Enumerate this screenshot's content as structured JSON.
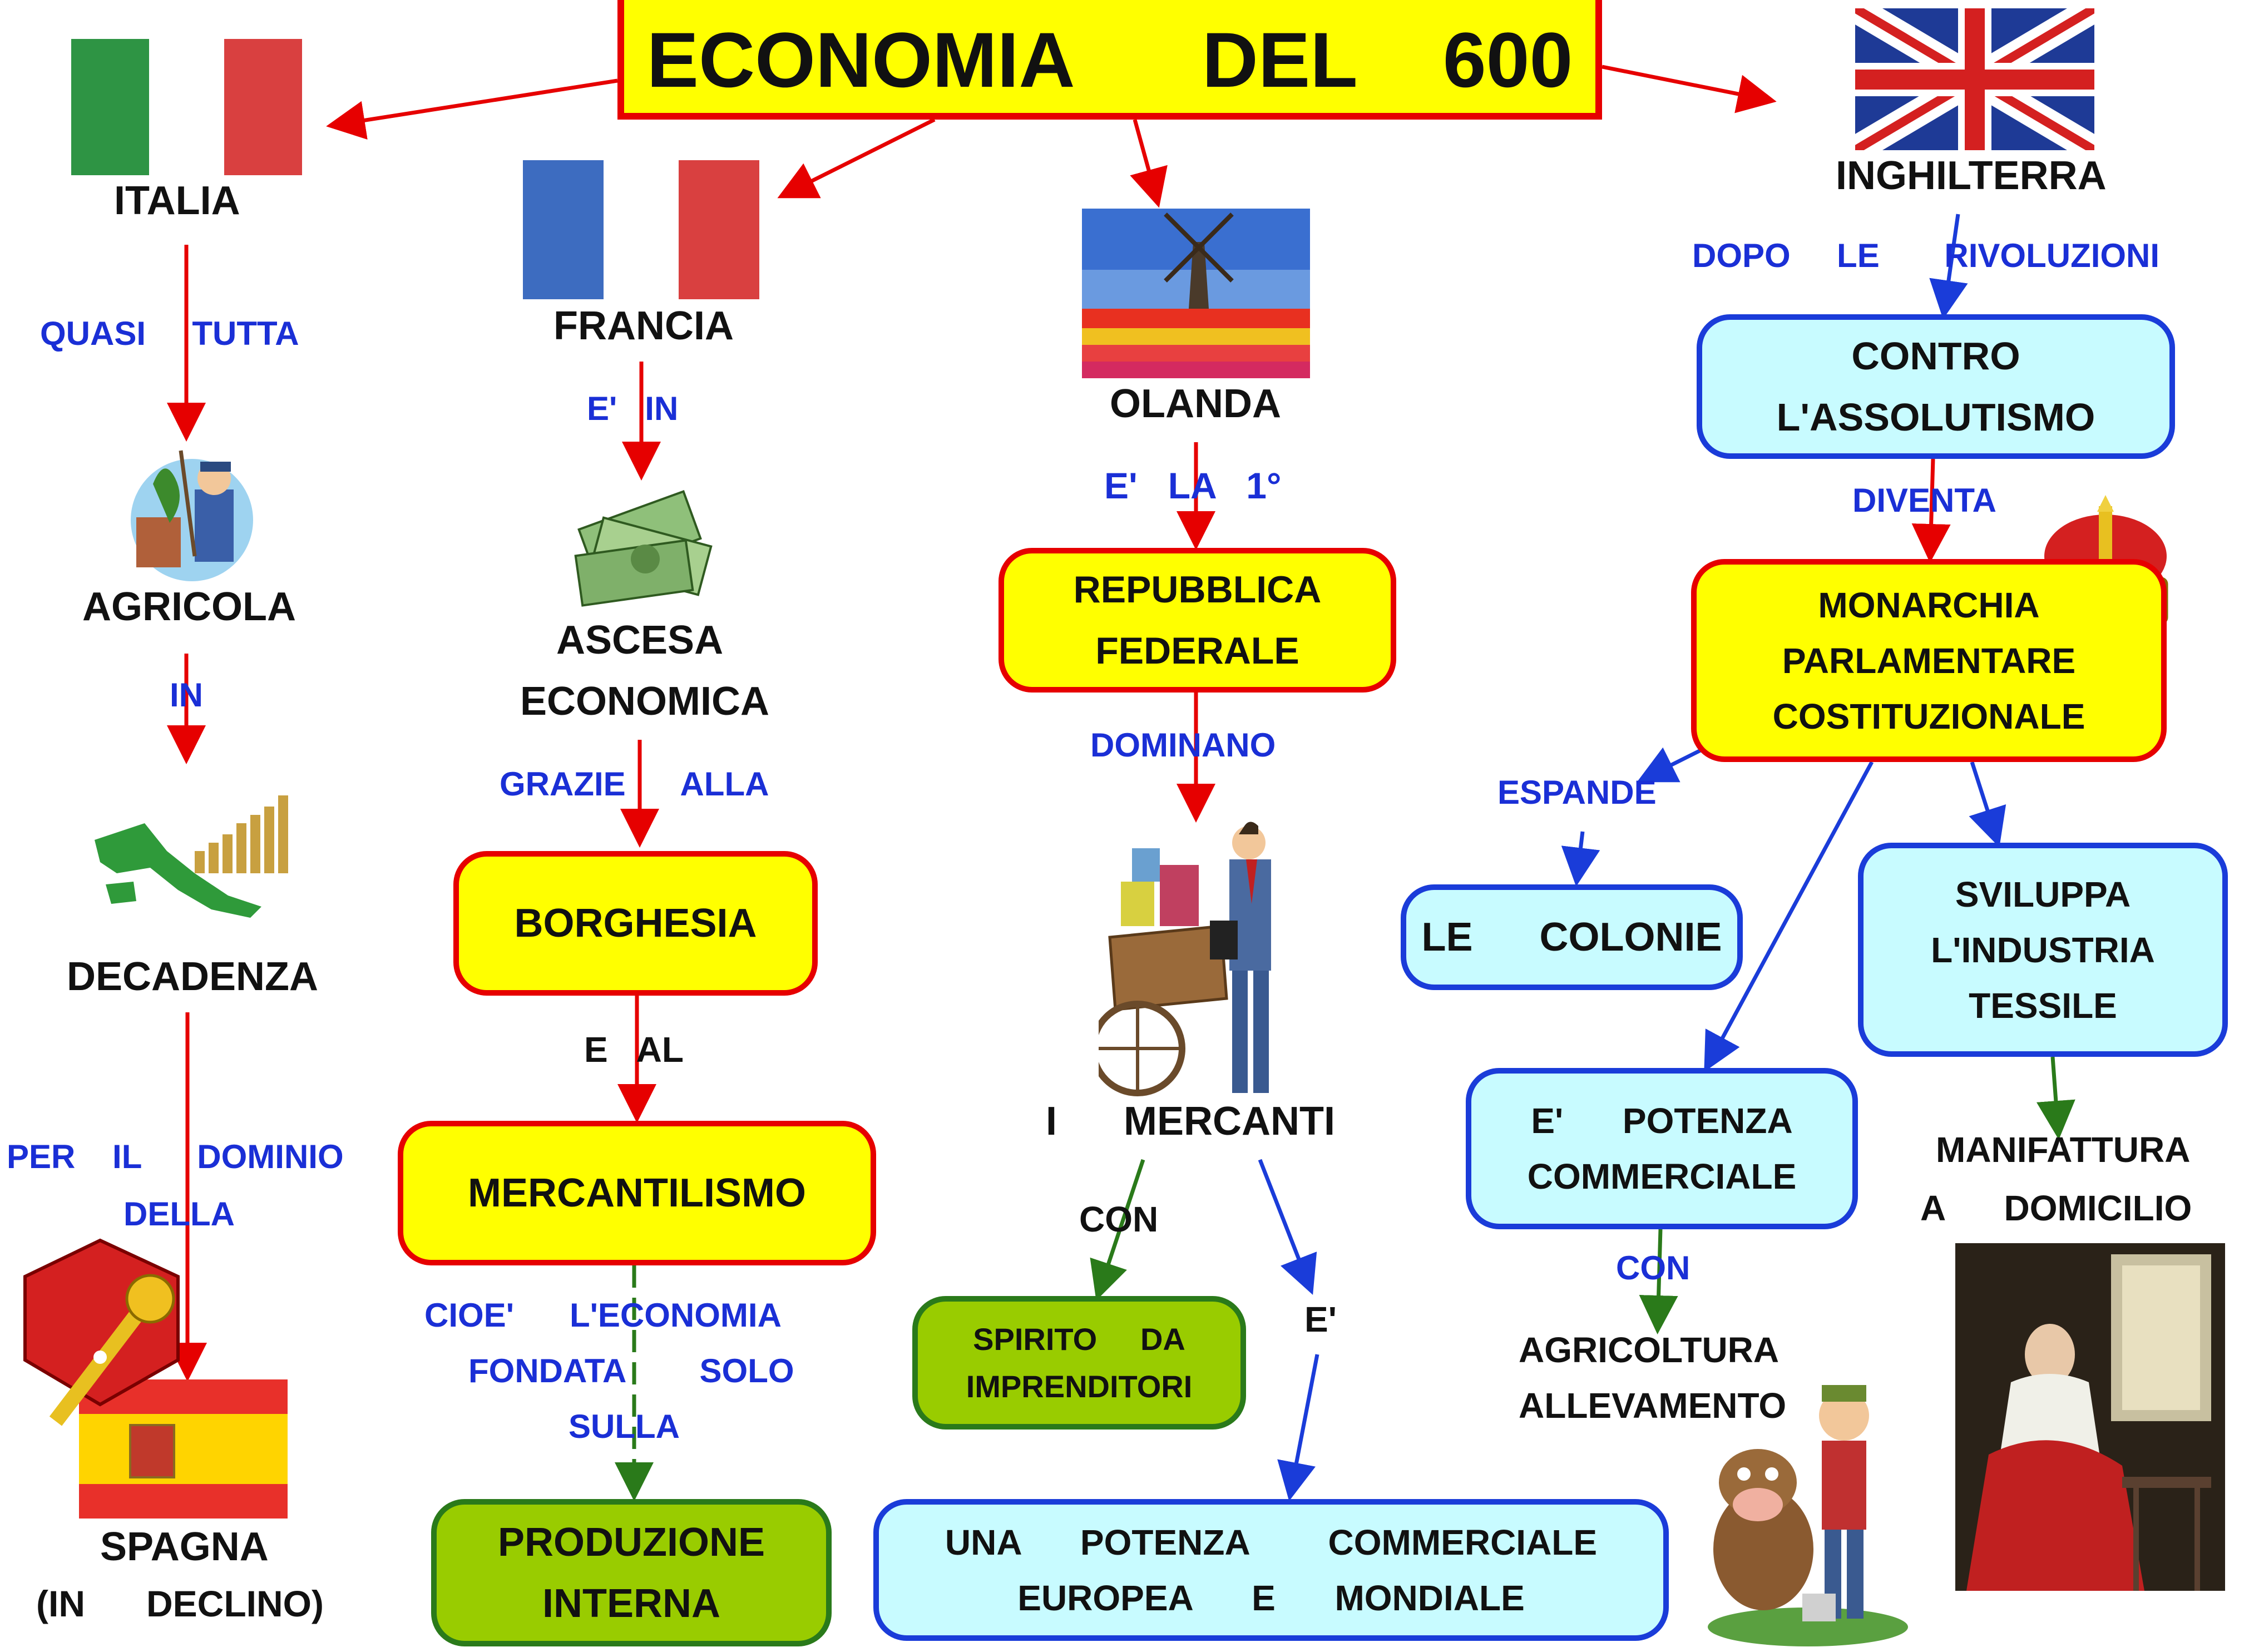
{
  "title": "ECONOMIA      DEL    600",
  "italia": {
    "name": "ITALIA",
    "link1": "QUASI     TUTTA",
    "agricola": "AGRICOLA",
    "link2": "IN",
    "decadenza": "DECADENZA",
    "link3": "PER    IL      DOMINIO",
    "link4": "DELLA",
    "spagna": "SPAGNA",
    "declino": "(IN      DECLINO)"
  },
  "francia": {
    "name": "FRANCIA",
    "link1": "E'   IN",
    "ascesa1": "ASCESA",
    "ascesa2": "ECONOMICA",
    "link2": "GRAZIE      ALLA",
    "borghesia": "BORGHESIA",
    "link3": "E   AL",
    "mercantilismo": "MERCANTILISMO",
    "link4a": "CIOE'      L'ECONOMIA",
    "link4b": "FONDATA        SOLO",
    "link4c": "SULLA",
    "produzione1": "PRODUZIONE",
    "produzione2": "INTERNA"
  },
  "olanda": {
    "name": "OLANDA",
    "link1": "E'   LA   1°",
    "repubblica1": "REPUBBLICA",
    "repubblica2": "FEDERALE",
    "link2": "DOMINANO",
    "mercanti": "I      MERCANTI",
    "link3": "CON",
    "spirito1": "SPIRITO     DA",
    "spirito2": "IMPRENDITORI",
    "link4": "E'",
    "potenza1": "UNA      POTENZA        COMMERCIALE",
    "potenza2": "EUROPEA      E      MONDIALE"
  },
  "inghilterra": {
    "name": "INGHILTERRA",
    "link1": "DOPO     LE       RIVOLUZIONI",
    "contro1": "CONTRO",
    "contro2": "L'ASSOLUTISMO",
    "link2": "DIVENTA",
    "monarchia1": "MONARCHIA",
    "monarchia2": "PARLAMENTARE",
    "monarchia3": "COSTITUZIONALE",
    "link3": "ESPANDE",
    "colonie": "LE      COLONIE",
    "sviluppa1": "SVILUPPA",
    "sviluppa2": "L'INDUSTRIA",
    "sviluppa3": "TESSILE",
    "potcomm1": "E'      POTENZA",
    "potcomm2": "COMMERCIALE",
    "link4": "CON",
    "agricoltura": "AGRICOLTURA",
    "allevamento": "ALLEVAMENTO",
    "manifattura1": "MANIFATTURA",
    "manifattura2": "A      DOMICILIO"
  },
  "colors": {
    "link_text": "#1a2fd6",
    "red_arrow": "#e60000",
    "blue_arrow": "#1a3cd9",
    "green_arrow": "#2a7a1a",
    "yellow_box": "#ffff00",
    "cyan_box": "#c8fbff",
    "green_box": "#99cc00"
  },
  "icons": [
    "italy-flag-icon",
    "france-flag-icon",
    "uk-flag-icon",
    "spain-flag-icon",
    "windmill-tulips-image",
    "farmer-icon",
    "money-icon",
    "italy-map-growth-icon",
    "hammer-icon",
    "merchant-cart-icon",
    "crown-icon",
    "cow-farmer-icon",
    "seamstress-painting-image"
  ]
}
